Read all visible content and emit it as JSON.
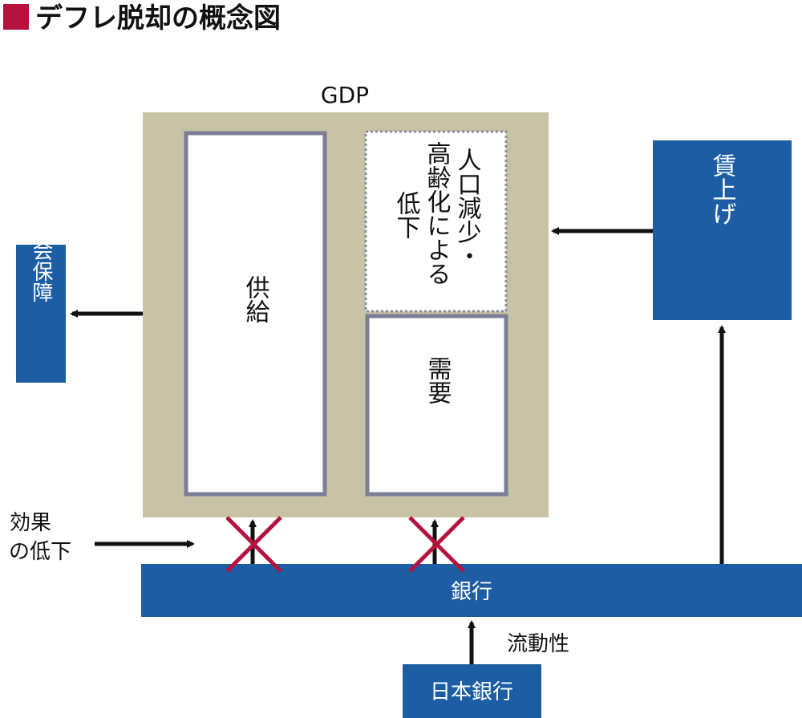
{
  "title": "デフレ脱却の概念図",
  "gdp_label": "GDP",
  "supply_label": "供給",
  "demand_label": "需要",
  "demand_reduction_label": [
    "人口減少・",
    "高齢化による",
    "低下"
  ],
  "wage_increase_label": "賃上げ",
  "social_security_label": "社会保障",
  "effect_decline_label": [
    "効果",
    "の低下"
  ],
  "bank_label": "銀行",
  "boj_label": "日本銀行",
  "liquidity_label": "流動性",
  "colors": {
    "title_marker": "#b5123e",
    "blue_box": "#1c5da3",
    "gdp_box": "#c8c3a5",
    "inner_border": "#7b7d96",
    "cross": "#b5123e",
    "arrow": "#111111"
  }
}
